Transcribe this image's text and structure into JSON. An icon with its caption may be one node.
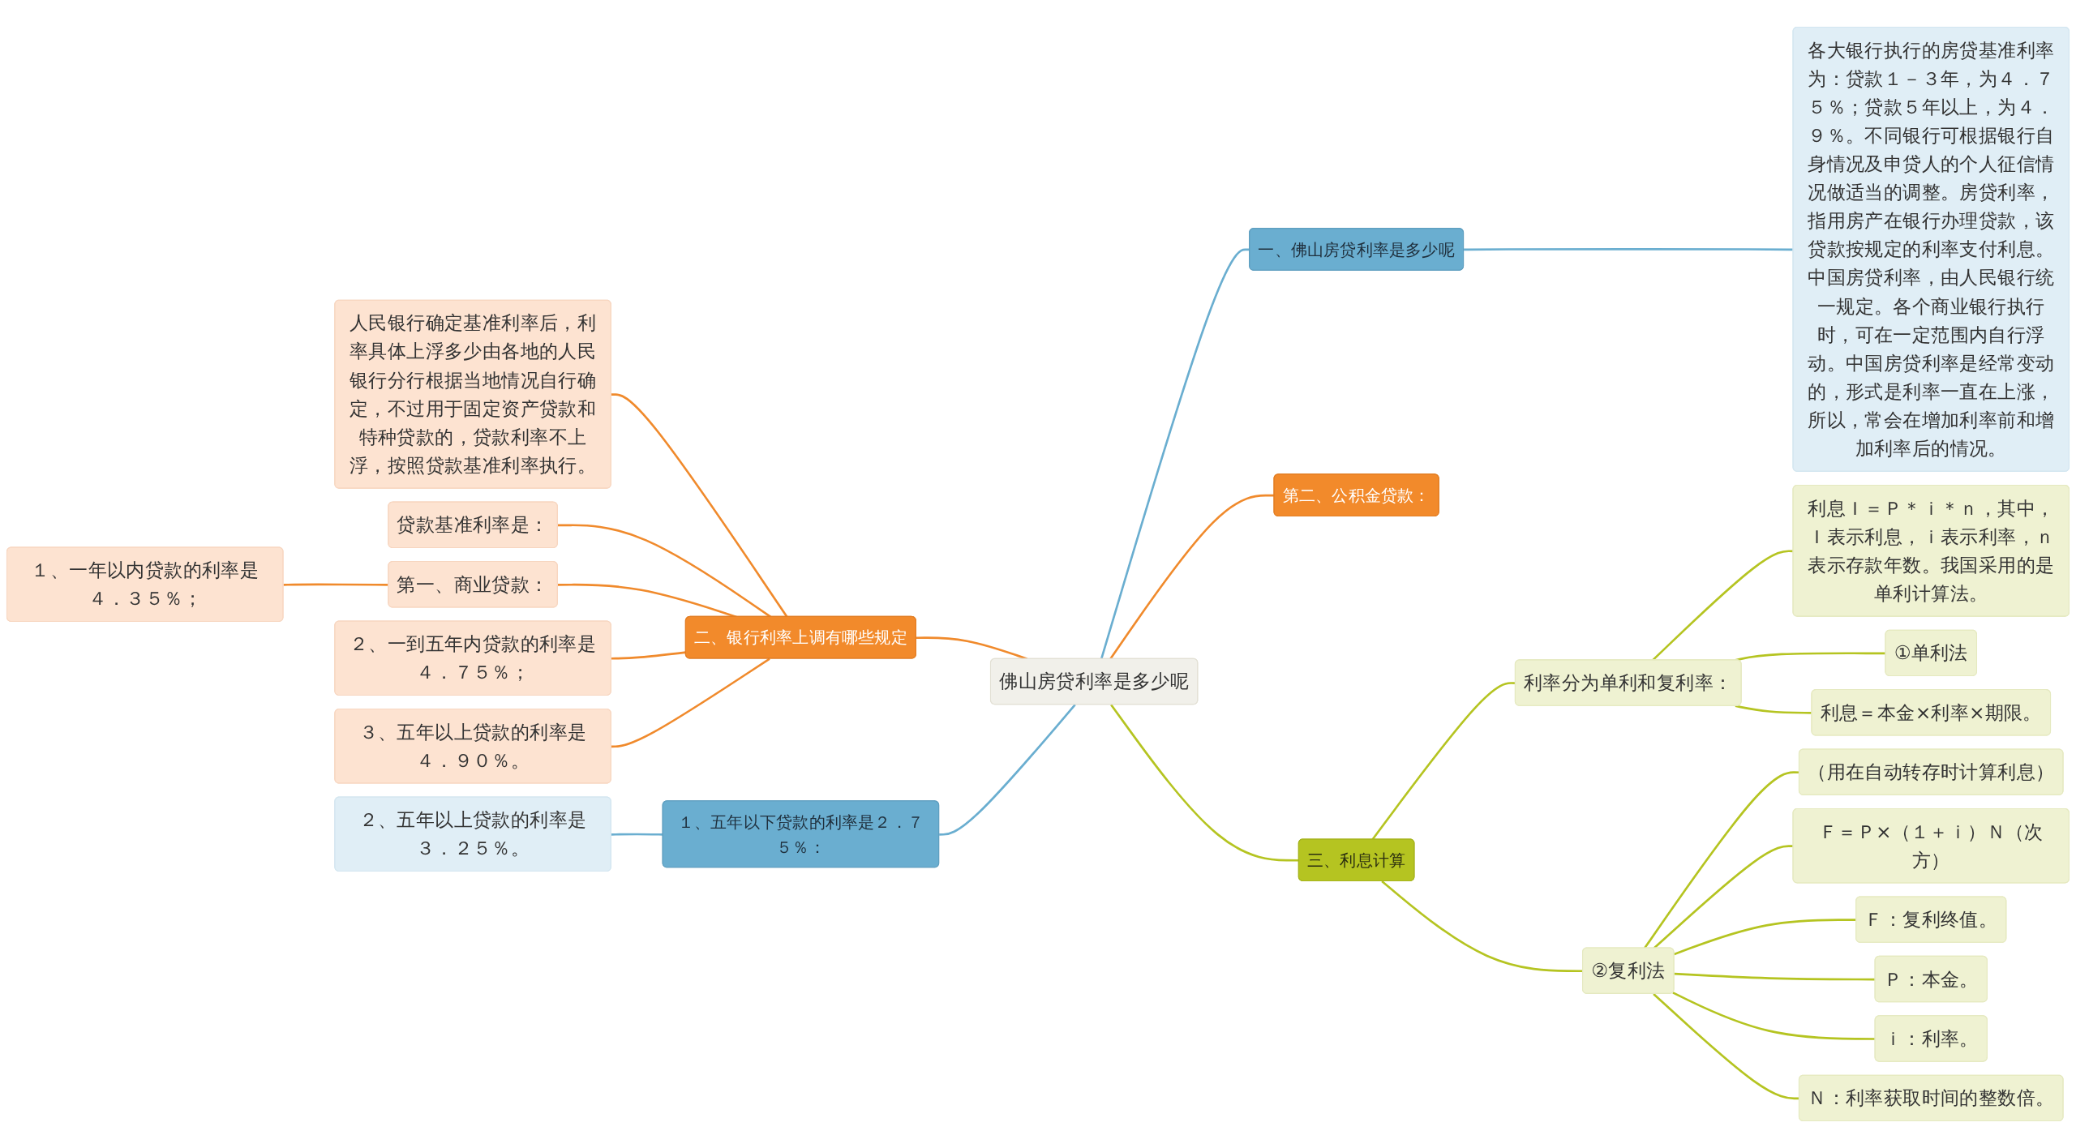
{
  "diagram": {
    "nodes": [
      {
        "text": [
          "佛山房贷利率是多少呢"
        ]
      },
      {
        "text": [
          "一、佛山房贷利率是多少呢"
        ]
      },
      {
        "text": [
          "各大银行执行的房贷基准利率为：贷款１－３年，为４．７５％；贷款５年以上，为４．９％。不同银行可根据银行自身情况及申贷人的个人征信情况做适当的调整。房贷利率，指用房产在银行办理贷款，该贷款按规定的利率支付利息。中国房贷利率，由人民银行统一规定。各个商业银行执行时，可在一定范围内自行浮动。中国房贷利率是经常变动的，形式是利率一直在上涨，所以，常会在增加利率前和增加利率后的情况。"
        ]
      },
      {
        "text": [
          "第二、公积金贷款："
        ]
      },
      {
        "text": [
          "三、利息计算"
        ]
      },
      {
        "text": [
          "利率分为单利和复利率："
        ]
      },
      {
        "text": [
          "利息Ｉ＝Ｐ＊ｉ＊ｎ，其中，Ｉ表示利息，ｉ表示利率，ｎ表示存款年数。我国采用的是单利计算法。"
        ]
      },
      {
        "text": [
          "①单利法"
        ]
      },
      {
        "text": [
          "利息＝本金×利率×期限。"
        ]
      },
      {
        "text": [
          "②复利法"
        ]
      },
      {
        "text": [
          "（用在自动转存时计算利息）"
        ]
      },
      {
        "text": [
          "Ｆ＝Ｐ×（１＋ｉ）Ｎ（次方）"
        ]
      },
      {
        "text": [
          "Ｆ：复利终值。"
        ]
      },
      {
        "text": [
          "Ｐ：本金。"
        ]
      },
      {
        "text": [
          "ｉ：利率。"
        ]
      },
      {
        "text": [
          "Ｎ：利率获取时间的整数倍。"
        ]
      },
      {
        "text": [
          "二、银行利率上调有哪些规定"
        ]
      },
      {
        "text": [
          "人民银行确定基准利率后，利率具体上浮多少由各地的人民银行分行根据当地情况自行确定，不过用于固定资产贷款和特种贷款的，贷款利率不上浮，按照贷款基准利率执行。"
        ]
      },
      {
        "text": [
          "贷款基准利率是："
        ]
      },
      {
        "text": [
          "第一、商业贷款："
        ]
      },
      {
        "text": [
          "１、一年以内贷款的利率是４．３５％；"
        ]
      },
      {
        "text": [
          "２、一到五年内贷款的利率是４．７５％；"
        ]
      },
      {
        "text": [
          "３、五年以上贷款的利率是４．９０％。"
        ]
      },
      {
        "text": [
          "１、五年以下贷款的利率是２．７５％："
        ]
      },
      {
        "text": [
          "２、五年以上贷款的利率是３．２５％。"
        ]
      }
    ],
    "edges": [
      {
        "from": 0,
        "to": 1,
        "arrow": "none",
        "color": "#6aaed0"
      },
      {
        "from": 1,
        "to": 2,
        "arrow": "none",
        "color": "#6aaed0"
      },
      {
        "from": 0,
        "to": 3,
        "arrow": "none",
        "color": "#f08a2c"
      },
      {
        "from": 0,
        "to": 4,
        "arrow": "none"
      },
      {
        "from": 4,
        "to": 5,
        "arrow": "none"
      },
      {
        "from": 5,
        "to": 6,
        "arrow": "none"
      },
      {
        "from": 5,
        "to": 7,
        "arrow": "none"
      },
      {
        "from": 5,
        "to": 8,
        "arrow": "none"
      },
      {
        "from": 4,
        "to": 9,
        "arrow": "none"
      },
      {
        "from": 9,
        "to": 10,
        "arrow": "none"
      },
      {
        "from": 9,
        "to": 11,
        "arrow": "none"
      },
      {
        "from": 9,
        "to": 12,
        "arrow": "none"
      },
      {
        "from": 9,
        "to": 13,
        "arrow": "none"
      },
      {
        "from": 9,
        "to": 14,
        "arrow": "none"
      },
      {
        "from": 9,
        "to": 15,
        "arrow": "none"
      },
      {
        "from": 16,
        "to": 0,
        "arrow": "none",
        "color": "#f08a2c"
      },
      {
        "from": 17,
        "to": 16,
        "arrow": "none",
        "color": "#f08a2c"
      },
      {
        "from": 18,
        "to": 16,
        "arrow": "none",
        "color": "#f08a2c"
      },
      {
        "from": 19,
        "to": 16,
        "arrow": "none",
        "color": "#f08a2c"
      },
      {
        "from": 20,
        "to": 19,
        "arrow": "none",
        "color": "#f08a2c"
      },
      {
        "from": 21,
        "to": 16,
        "arrow": "none",
        "color": "#f08a2c"
      },
      {
        "from": 22,
        "to": 16,
        "arrow": "none",
        "color": "#f08a2c"
      },
      {
        "from": 23,
        "to": 0,
        "arrow": "none",
        "color": "#6aaed0"
      },
      {
        "from": 24,
        "to": 23,
        "arrow": "none",
        "color": "#6aaed0"
      }
    ]
  }
}
